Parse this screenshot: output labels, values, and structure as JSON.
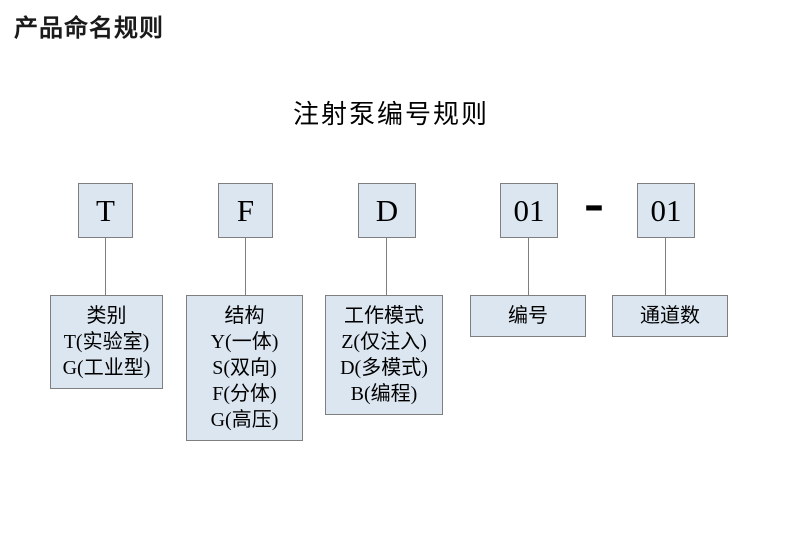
{
  "page": {
    "title": "产品命名规则",
    "diagram_title": "注射泵编号规则"
  },
  "diagram": {
    "separator": "-",
    "colors": {
      "box_fill": "#dce6f1",
      "box_border": "#7f7f7f",
      "text": "#000000",
      "background": "#ffffff"
    },
    "codes": [
      {
        "code": "T",
        "desc_lines": [
          "类别",
          "T(实验室)",
          "G(工业型)"
        ]
      },
      {
        "code": "F",
        "desc_lines": [
          "结构",
          "Y(一体)",
          "S(双向)",
          "F(分体)",
          "G(高压)"
        ]
      },
      {
        "code": "D",
        "desc_lines": [
          "工作模式",
          "Z(仅注入)",
          "D(多模式)",
          "B(编程)"
        ]
      },
      {
        "code": "01",
        "desc_lines": [
          "编号"
        ]
      },
      {
        "code": "01",
        "desc_lines": [
          "通道数"
        ]
      }
    ]
  }
}
